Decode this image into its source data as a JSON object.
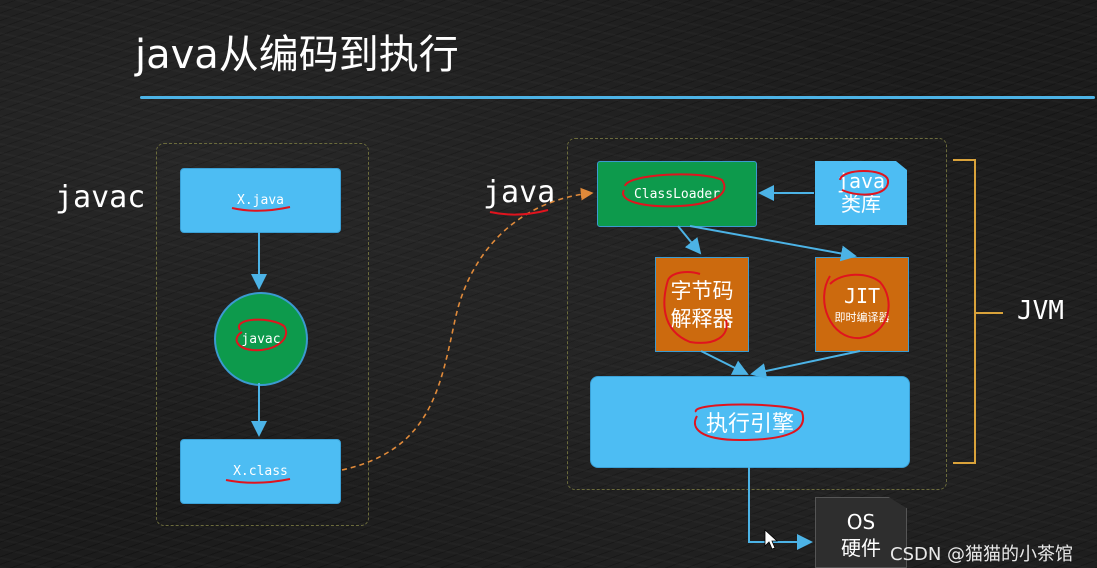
{
  "title": "java从编码到执行",
  "left": {
    "side_label": "javac",
    "source_box": "X.java",
    "compiler": "javac",
    "class_box": "X.class"
  },
  "jvm": {
    "java_label": "java",
    "classloader": "ClassLoader",
    "java_lib": {
      "line1": "java",
      "line2": "类库"
    },
    "interpreter": {
      "line1": "字节码",
      "line2": "解释器"
    },
    "jit": {
      "line1": "JIT",
      "line2": "即时编译器"
    },
    "engine": "执行引擎",
    "bracket_label": "JVM"
  },
  "os": {
    "line1": "OS",
    "line2": "硬件"
  },
  "watermark": "CSDN @猫猫的小茶馆",
  "colors": {
    "box_blue": "#4dbdf3",
    "green": "#0d9a4c",
    "orange": "#cc6a0e",
    "arrow": "#4cb3e6",
    "annotation_red": "#e0141e",
    "bracket": "#d9a23a"
  }
}
